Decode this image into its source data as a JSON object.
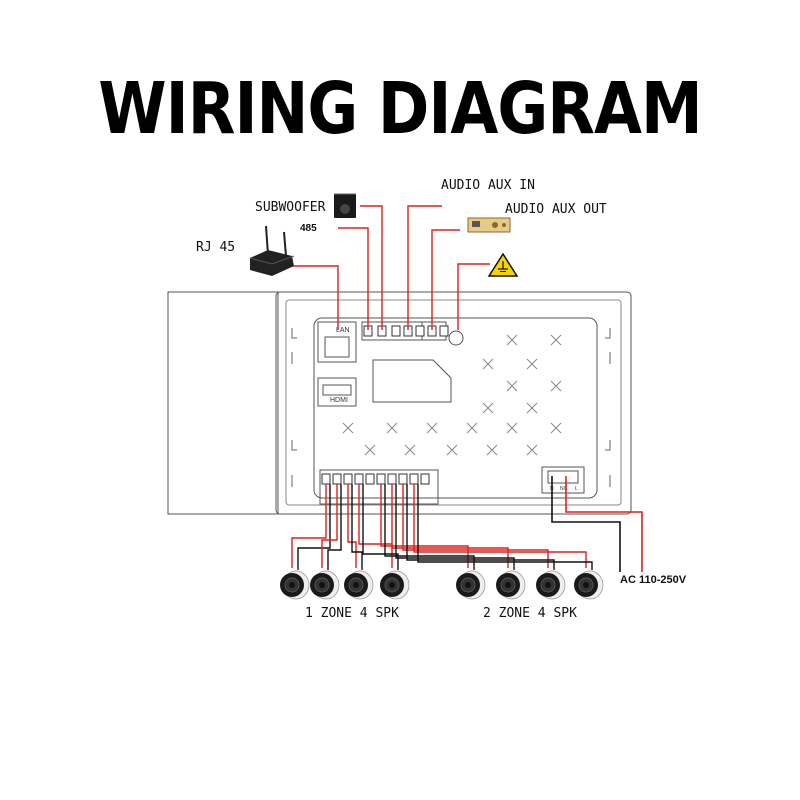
{
  "title": "WIRING DIAGRAM",
  "labels": {
    "audio_in": "AUDIO AUX IN",
    "audio_out": "AUDIO AUX OUT",
    "subwoofer": "SUBWOOFER",
    "rs485": "485",
    "rj45": "RJ 45",
    "zone1": "1 ZONE 4 SPK",
    "zone2": "2 ZONE 4 SPK",
    "ac": "AC 110-250V"
  },
  "panel": {
    "lan": "LAN",
    "hdmi": "HDMI",
    "n": "N",
    "nc": "NC",
    "l": "L"
  },
  "colors": {
    "wire_red": "#e0201b",
    "wire_black": "#111111",
    "panel_line": "#555555",
    "warning_yellow": "#f5d400"
  },
  "icons": [
    "router-icon",
    "subwoofer-icon",
    "amplifier-icon",
    "ground-warning-icon",
    "speaker-icon"
  ]
}
